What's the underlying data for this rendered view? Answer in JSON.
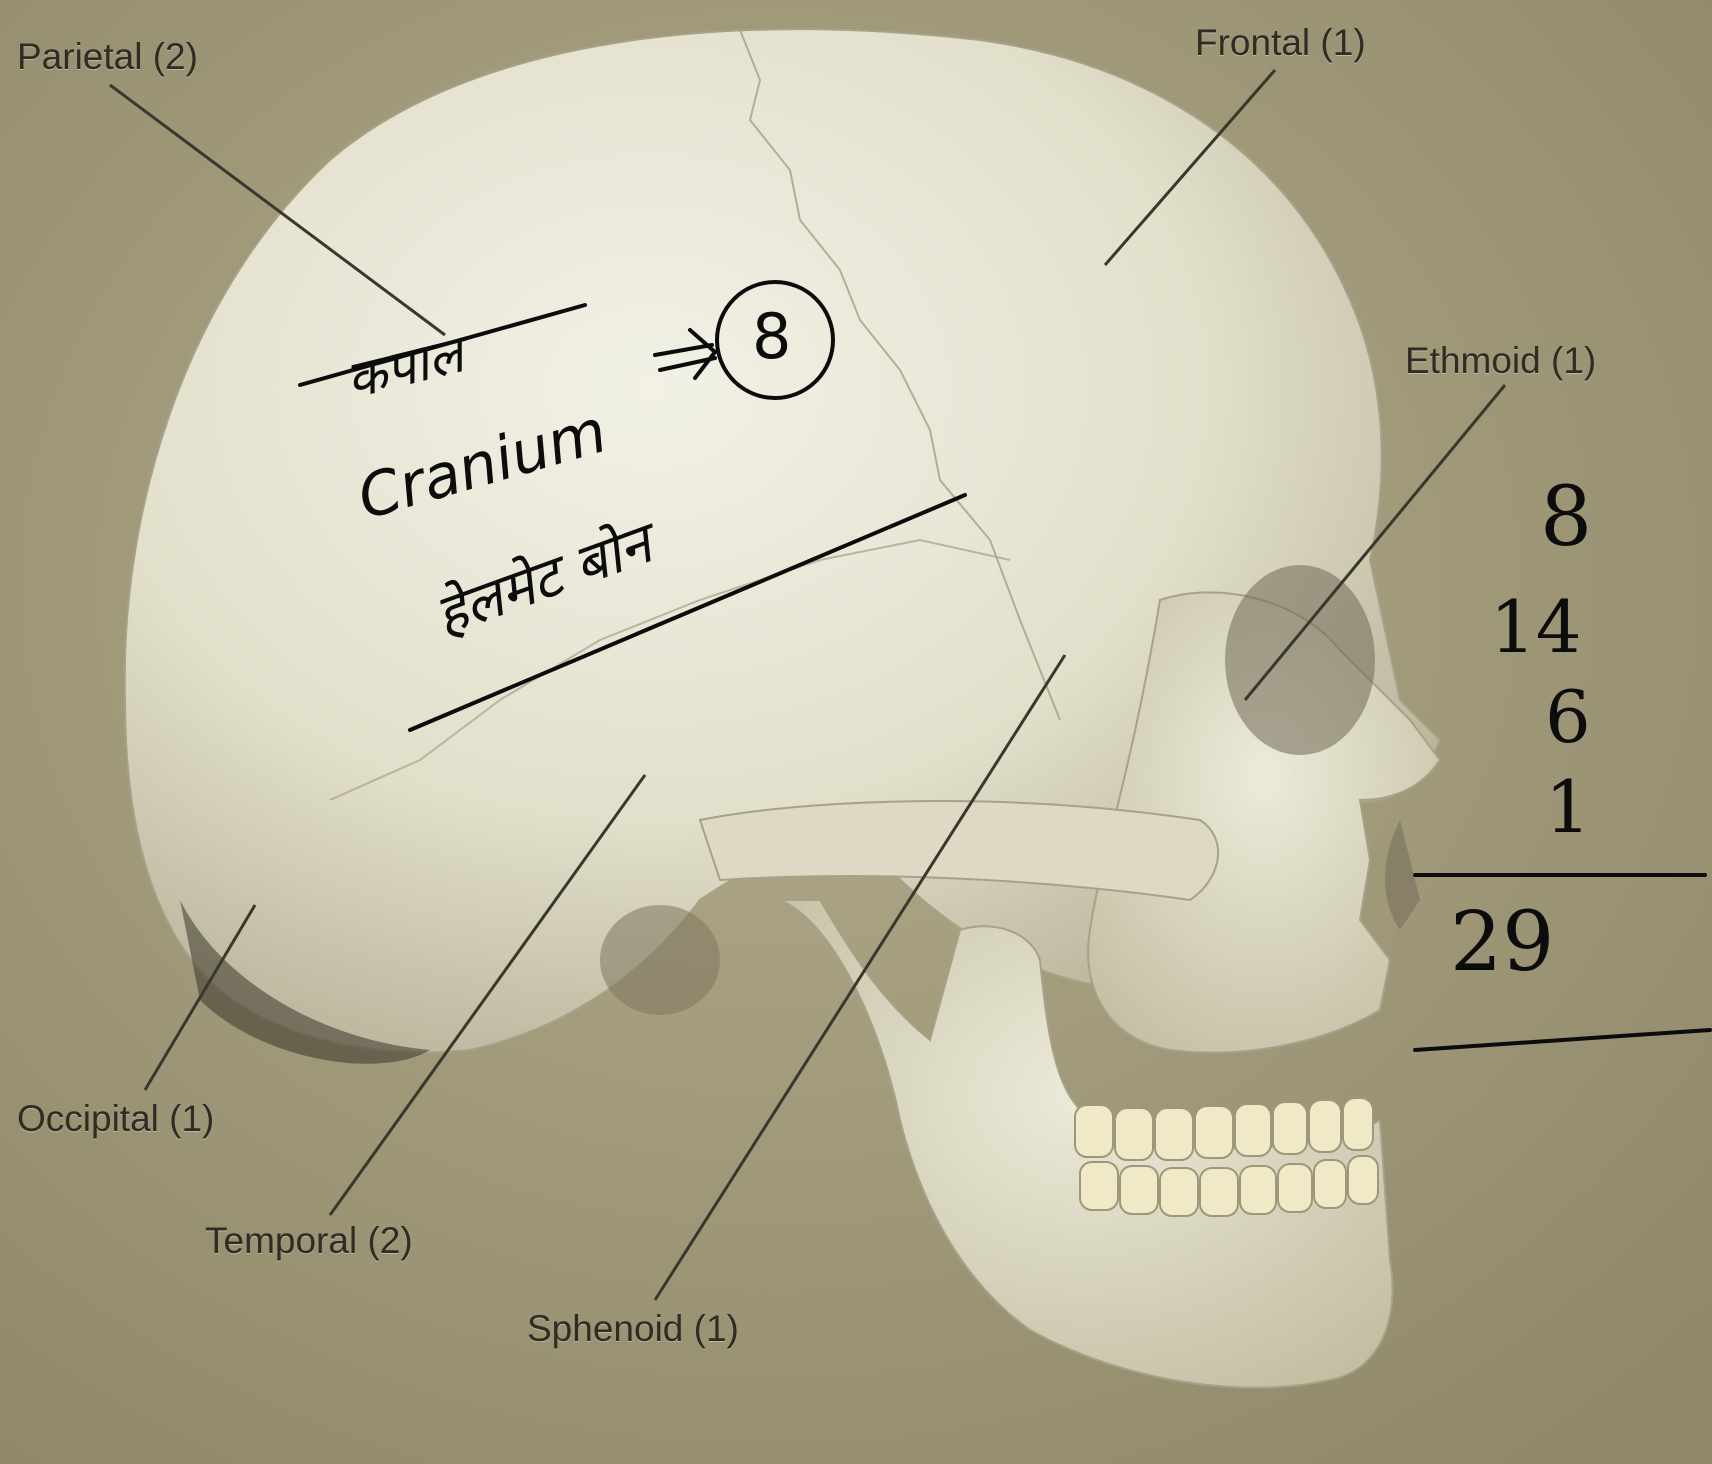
{
  "labels": {
    "parietal": "Parietal (2)",
    "frontal": "Frontal (1)",
    "ethmoid": "Ethmoid (1)",
    "occipital": "Occipital (1)",
    "temporal": "Temporal (2)",
    "sphenoid": "Sphenoid (1)"
  },
  "handwriting": {
    "hindi_word": "कपाल",
    "cranium": "Cranium",
    "cranium_count": "8",
    "helmet_bone": "हेलमेट बोन"
  },
  "bone_count": {
    "values": [
      "8",
      "14",
      "6",
      "1"
    ],
    "total": "29"
  },
  "colors": {
    "background": "#9c9577",
    "bone": "#e8e5d4",
    "leader_line": "#3a372c",
    "ink": "#0c0c0c"
  }
}
